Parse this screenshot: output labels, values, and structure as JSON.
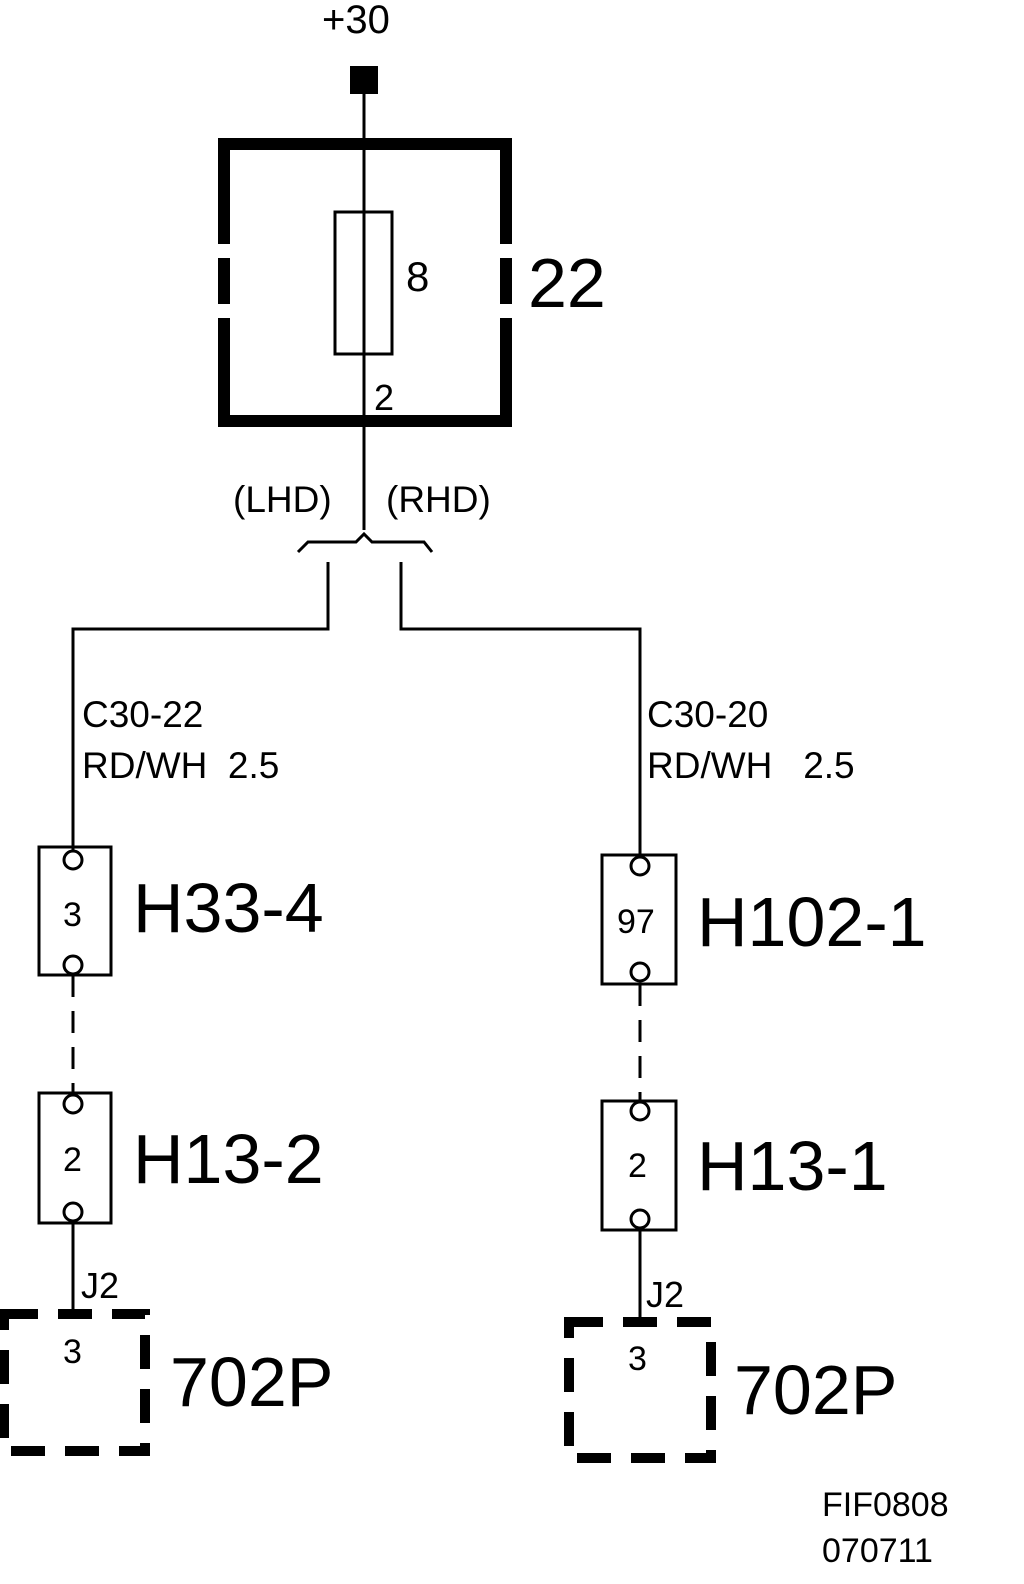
{
  "supply": {
    "label": "+30"
  },
  "fuse_box": {
    "id": "22",
    "fuse_number": "8",
    "output_pin": "2"
  },
  "variants": {
    "left": "(LHD)",
    "right": "(RHD)"
  },
  "left_branch": {
    "wire_code": "C30-22",
    "wire_spec": "RD/WH  2.5",
    "connector_1": {
      "id": "H33-4",
      "pin": "3"
    },
    "connector_2": {
      "id": "H13-2",
      "pin": "2"
    },
    "terminal": "J2",
    "component": {
      "id": "702P",
      "pin": "3"
    }
  },
  "right_branch": {
    "wire_code": "C30-20",
    "wire_spec": "RD/WH   2.5",
    "connector_1": {
      "id": "H102-1",
      "pin": "97"
    },
    "connector_2": {
      "id": "H13-1",
      "pin": "2"
    },
    "terminal": "J2",
    "component": {
      "id": "702P",
      "pin": "3"
    }
  },
  "figure_ref": {
    "code": "FIF0808",
    "date": "070711"
  }
}
